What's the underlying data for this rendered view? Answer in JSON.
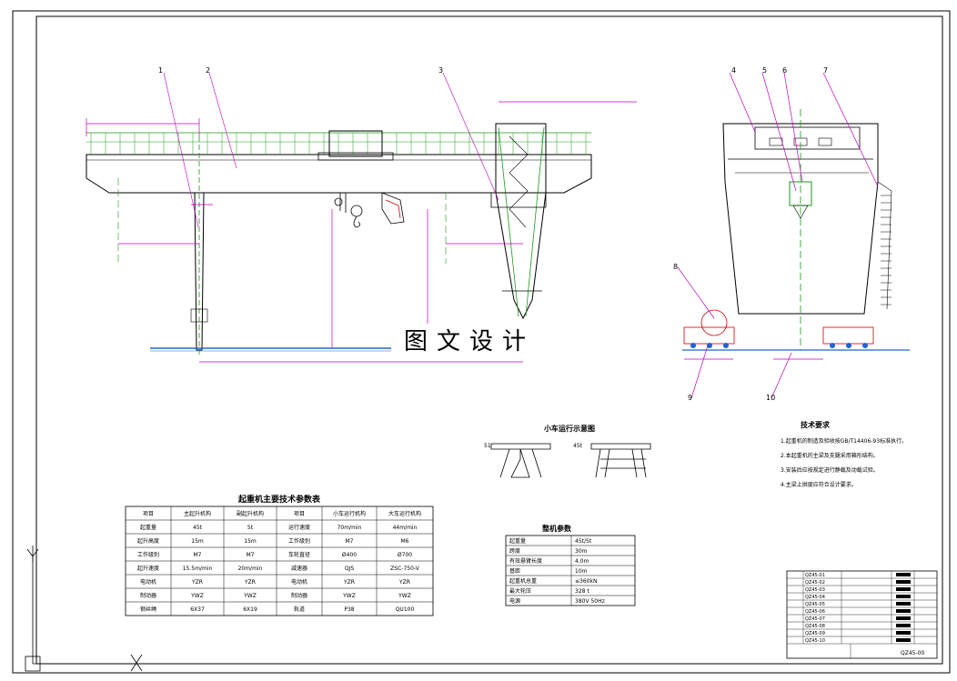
{
  "watermark": "图文设计",
  "callouts": [
    "1",
    "2",
    "3",
    "4",
    "5",
    "6",
    "7",
    "8",
    "9",
    "10"
  ],
  "table_main": {
    "title": "起重机主要技术参数表",
    "rows": [
      [
        "项目",
        "主起升机构",
        "副起升机构",
        "项目",
        "小车运行机构",
        "大车运行机构"
      ],
      [
        "起重量",
        "45t",
        "5t",
        "运行速度",
        "70m/min",
        "44m/min"
      ],
      [
        "起升高度",
        "15m",
        "15m",
        "工作级别",
        "M7",
        "M6"
      ],
      [
        "工作级别",
        "M7",
        "M7",
        "车轮直径",
        "Ø400",
        "Ø700"
      ],
      [
        "起升速度",
        "15.5m/min",
        "20m/min",
        "减速器",
        "QJS",
        "ZSC-750-V"
      ],
      [
        "电动机",
        "YZR",
        "YZR",
        "电动机",
        "YZR",
        "YZR"
      ],
      [
        "制动器",
        "YWZ",
        "YWZ",
        "制动器",
        "YWZ",
        "YWZ"
      ],
      [
        "钢丝绳",
        "6X37",
        "6X19",
        "轨道",
        "P38",
        "QU100"
      ]
    ]
  },
  "table_params": {
    "title": "整机参数",
    "rows": [
      [
        "起重量",
        "45t/5t"
      ],
      [
        "跨度",
        "30m"
      ],
      [
        "有效悬臂长度",
        "4.0m"
      ],
      [
        "基距",
        "10m"
      ],
      [
        "起重机总重",
        "≤360kN"
      ],
      [
        "最大轮压",
        "328 t"
      ],
      [
        "电源",
        "380V 50Hz"
      ]
    ]
  },
  "notes": {
    "title": "技术要求",
    "items": [
      "1.起重机的制造及验收按GB/T14406-93标准执行。",
      "2.本起重机的主梁及支腿采用箱形结构。",
      "3.安装后应按规定进行静载及动载试验。",
      "4.主梁上拱度应符合设计要求。"
    ]
  },
  "small_view_title": "小车运行示意图",
  "small_view_labels": [
    "51",
    "45t"
  ],
  "title_block": {
    "drawing_no": "QZ45-00",
    "rows": [
      "QZ45-01",
      "QZ45-02",
      "QZ45-03",
      "QZ45-04",
      "QZ45-05",
      "QZ45-06",
      "QZ45-07",
      "QZ45-08",
      "QZ45-09",
      "QZ45-10"
    ]
  }
}
